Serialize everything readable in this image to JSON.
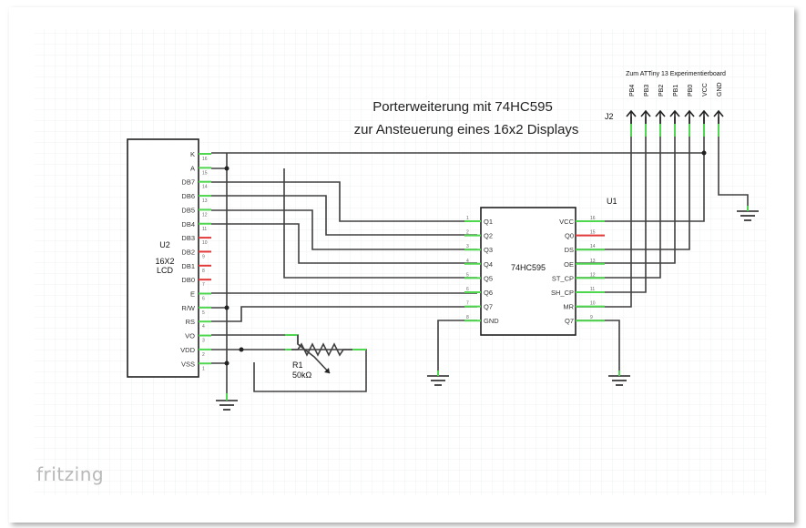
{
  "title": {
    "line1": "Porterweiterung mit 74HC595",
    "line2": "zur Ansteuerung eines 16x2 Displays"
  },
  "brand": "fritzing",
  "lcd": {
    "ref": "U2",
    "name1": "16X2",
    "name2": "LCD",
    "pins": [
      {
        "label": "K",
        "num": "16",
        "connected": true
      },
      {
        "label": "A",
        "num": "15",
        "connected": true
      },
      {
        "label": "DB7",
        "num": "14",
        "connected": true
      },
      {
        "label": "DB6",
        "num": "13",
        "connected": true
      },
      {
        "label": "DB5",
        "num": "12",
        "connected": true
      },
      {
        "label": "DB4",
        "num": "11",
        "connected": true
      },
      {
        "label": "DB3",
        "num": "10",
        "connected": false
      },
      {
        "label": "DB2",
        "num": "9",
        "connected": false
      },
      {
        "label": "DB1",
        "num": "8",
        "connected": false
      },
      {
        "label": "DB0",
        "num": "7",
        "connected": false
      },
      {
        "label": "E",
        "num": "6",
        "connected": true
      },
      {
        "label": "R/W",
        "num": "5",
        "connected": true
      },
      {
        "label": "RS",
        "num": "4",
        "connected": true
      },
      {
        "label": "VO",
        "num": "3",
        "connected": true
      },
      {
        "label": "VDD",
        "num": "2",
        "connected": true
      },
      {
        "label": "VSS",
        "num": "1",
        "connected": true
      }
    ]
  },
  "ic": {
    "ref": "U1",
    "name": "74HC595",
    "left_pins": [
      {
        "label": "Q1",
        "num": "1"
      },
      {
        "label": "Q2",
        "num": "2"
      },
      {
        "label": "Q3",
        "num": "3"
      },
      {
        "label": "Q4",
        "num": "4"
      },
      {
        "label": "Q5",
        "num": "5"
      },
      {
        "label": "Q6",
        "num": "6"
      },
      {
        "label": "Q7",
        "num": "7"
      },
      {
        "label": "GND",
        "num": "8"
      }
    ],
    "right_pins": [
      {
        "label": "VCC",
        "num": "16",
        "connected": true
      },
      {
        "label": "Q0",
        "num": "15",
        "connected": false
      },
      {
        "label": "DS",
        "num": "14",
        "connected": true
      },
      {
        "label": "OE",
        "num": "13",
        "connected": true
      },
      {
        "label": "ST_CP",
        "num": "12",
        "connected": true
      },
      {
        "label": "SH_CP",
        "num": "11",
        "connected": true
      },
      {
        "label": "MR",
        "num": "10",
        "connected": true
      },
      {
        "label": "Q7",
        "num": "9",
        "connected": true
      }
    ]
  },
  "resistor": {
    "ref": "R1",
    "value": "50kΩ"
  },
  "header": {
    "ref": "J2",
    "title": "Zum ATTiny 13 Experimentierboard",
    "pins": [
      "PB4",
      "PB3",
      "PB2",
      "PB1",
      "PB0",
      "VCC",
      "GND"
    ]
  },
  "colors": {
    "pin_connected": "#4fd64f",
    "pin_unconnected": "#e23a3a",
    "wire": "#404040",
    "grid": "#eef0f3"
  }
}
